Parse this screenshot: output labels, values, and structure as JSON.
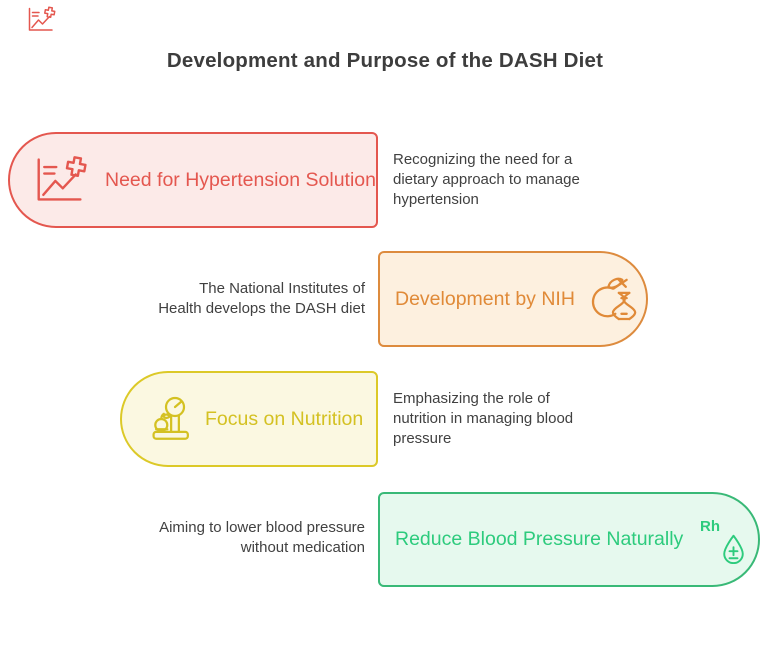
{
  "title": "Development and Purpose of the DASH Diet",
  "corner_icon": "line-chart-with-cross-icon",
  "colors": {
    "title_text": "#3d3d3d",
    "note_text": "#414141",
    "red_border": "#e4574f",
    "red_fill": "#fceae8",
    "red_text": "#e4574f",
    "orange_border": "#dd8b3e",
    "orange_fill": "#fdf0df",
    "orange_text": "#e08a38",
    "yellow_border": "#dcc928",
    "yellow_fill": "#fbf8e1",
    "yellow_text": "#d4c122",
    "green_border": "#39b977",
    "green_fill": "#e6f9ee",
    "green_text": "#2dcb7d"
  },
  "rows": [
    {
      "label": "Need for Hypertension Solution",
      "icon": "line-chart-with-cross-icon",
      "box_side": "left",
      "note_lines": [
        "Recognizing the need for a",
        "dietary approach to manage",
        "hypertension"
      ]
    },
    {
      "label": "Development by NIH",
      "icon": "apple-dna-icon",
      "box_side": "right",
      "note_lines": [
        "The National Institutes of",
        "Health develops the DASH diet"
      ]
    },
    {
      "label": "Focus on Nutrition",
      "icon": "food-scale-icon",
      "box_side": "left",
      "note_lines": [
        "Emphasizing the role of",
        "nutrition in managing blood",
        "pressure"
      ]
    },
    {
      "label": "Reduce Blood Pressure Naturally",
      "icon": "rh-blood-drop-icon",
      "icon_text": "Rh",
      "box_side": "right",
      "note_lines": [
        "Aiming to lower blood pressure",
        "without medication"
      ]
    }
  ]
}
